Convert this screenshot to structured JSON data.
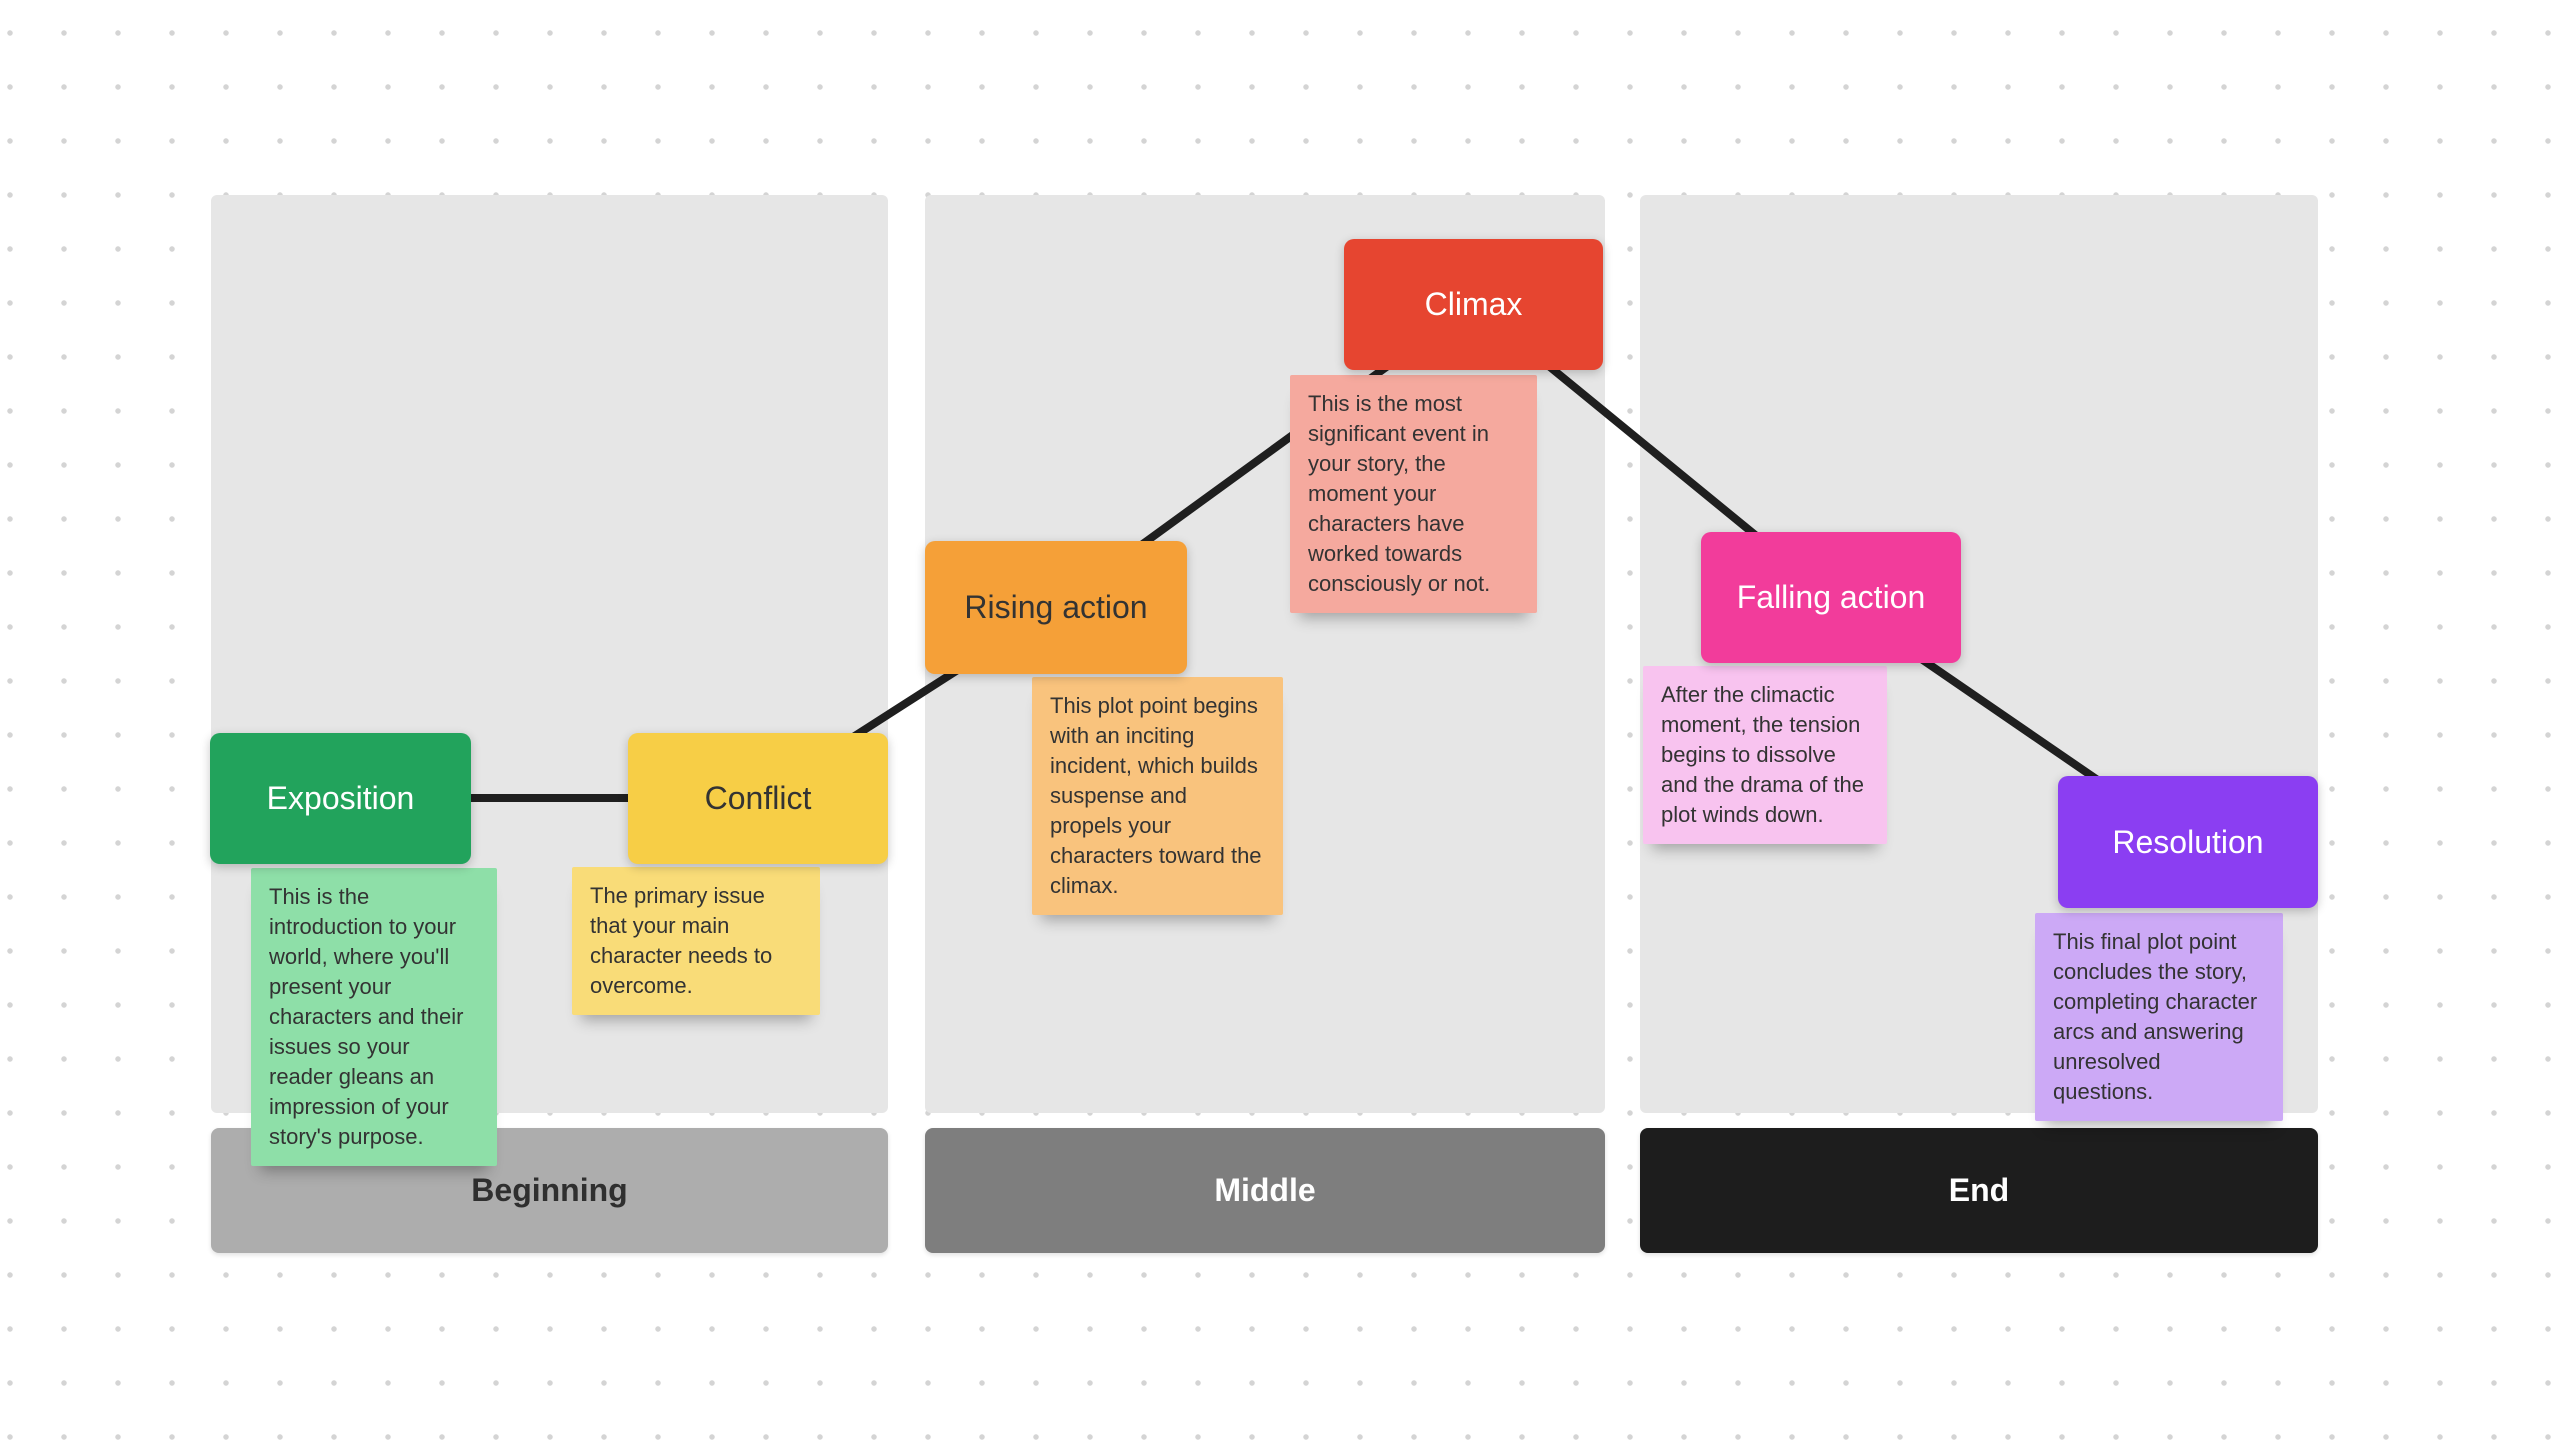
{
  "board": {
    "background_color": "#FFFFFF",
    "dot_grid_color": "#D4D4D4",
    "panel_color": "#E6E6E6",
    "connector_color": "#1F1F1F"
  },
  "sections": [
    {
      "label": "Beginning",
      "bar_color": "#ADADAD",
      "text_color": "#2F2F2F"
    },
    {
      "label": "Middle",
      "bar_color": "#7E7E7E",
      "text_color": "#FFFFFF"
    },
    {
      "label": "End",
      "bar_color": "#1D1D1D",
      "text_color": "#FFFFFF"
    }
  ],
  "plot_points": [
    {
      "label": "Exposition",
      "box_color": "#22A35C",
      "note_color": "#8EDFA8",
      "note": "This is the introduction to your world, where you'll present your characters and their issues so your reader gleans an impression of your story's purpose."
    },
    {
      "label": "Conflict",
      "box_color": "#F7CE46",
      "note_color": "#F9DC78",
      "note": "The primary issue that your main character needs to overcome."
    },
    {
      "label": "Rising action",
      "box_color": "#F5A038",
      "note_color": "#F9C37D",
      "note": "This plot point begins with an inciting incident, which builds suspense and propels your characters toward the climax."
    },
    {
      "label": "Climax",
      "box_color": "#E64530",
      "note_color": "#F5A99E",
      "note": "This is the most significant event in your story, the moment your characters have worked towards consciously or not."
    },
    {
      "label": "Falling action",
      "box_color": "#F23C9B",
      "note_color": "#F8C3EF",
      "note": "After the climactic moment, the tension begins to dissolve and the drama of the plot winds down."
    },
    {
      "label": "Resolution",
      "box_color": "#8B3EF2",
      "note_color": "#CCA9F6",
      "note": "This final plot point concludes the story, completing character arcs and answering unresolved questions."
    }
  ]
}
